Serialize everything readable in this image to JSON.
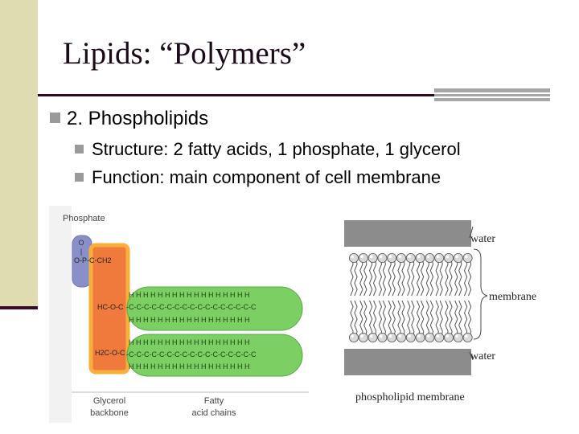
{
  "slide": {
    "title": "Lipids: “Polymers”",
    "bullet_main": "2. Phospholipids",
    "sub_bullets": [
      "Structure: 2 fatty acids, 1 phosphate, 1 glycerol",
      "Function: main component of cell membrane"
    ]
  },
  "figure_structure": {
    "phosphate_label": "Phosphate",
    "glycerol_label_line1": "Glycerol",
    "glycerol_label_line2": "backbone",
    "fatty_label_line1": "Fatty",
    "fatty_label_line2": "acid chains",
    "glycerol_ch2_top": "O-P-C-CH2",
    "glycerol_mid": "HC-O-C",
    "glycerol_bottom": "H2C-O-C",
    "chain_carbon_row": "-C-C-C-C-C-C-C-C-C-C-C-C-C-C-C-C-C",
    "chain_h_row": "H H H H H H H H H H H H H H H H H",
    "colors": {
      "phosphate": "#8b8fc9",
      "glycerol": "#f07a3c",
      "fatty_acid": "#7ccf63"
    }
  },
  "figure_membrane": {
    "water_top": "water",
    "membrane": "membrane",
    "water_bottom": "water",
    "caption": "phospholipid membrane"
  }
}
